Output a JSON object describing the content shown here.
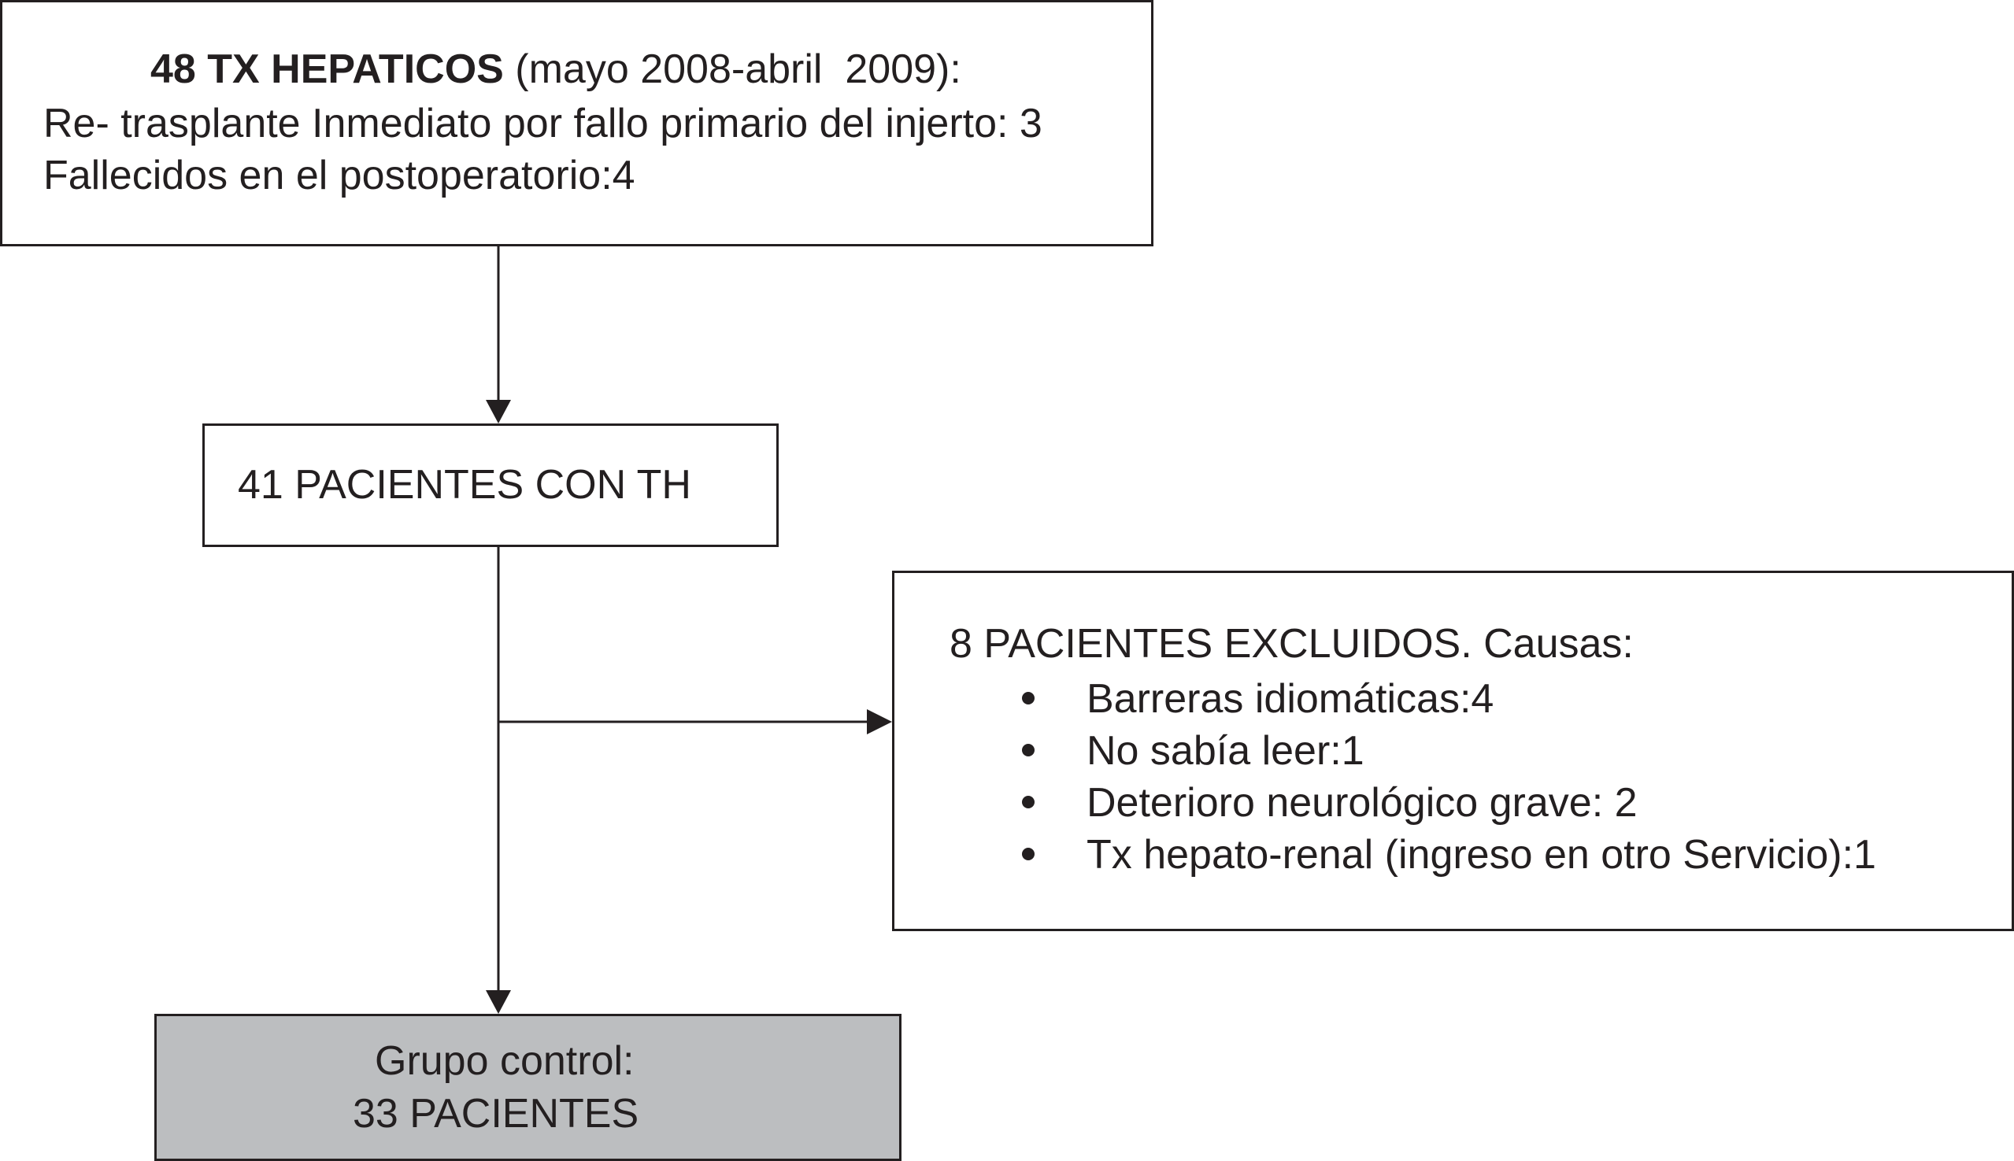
{
  "top_box": {
    "title_bold": "48 TX HEPATICOS",
    "title_rest": " (mayo 2008-abril  2009):",
    "line2": "Re- trasplante Inmediato por fallo primario del injerto: 3",
    "line3": "Fallecidos en el postoperatorio:4"
  },
  "middle_box": {
    "label": "41 PACIENTES CON TH"
  },
  "excluded_box": {
    "heading": "8 PACIENTES EXCLUIDOS. Causas:",
    "items": [
      "Barreras idiomáticas:4",
      "No sabía leer:1",
      "Deterioro neurológico grave: 2",
      "Tx hepato-renal (ingreso en otro Servicio):1"
    ]
  },
  "control_box": {
    "line1": "Grupo control:",
    "line2": "33 PACIENTES"
  },
  "colors": {
    "stroke": "#231f20",
    "control_fill": "#bcbec0",
    "background": "#ffffff"
  }
}
